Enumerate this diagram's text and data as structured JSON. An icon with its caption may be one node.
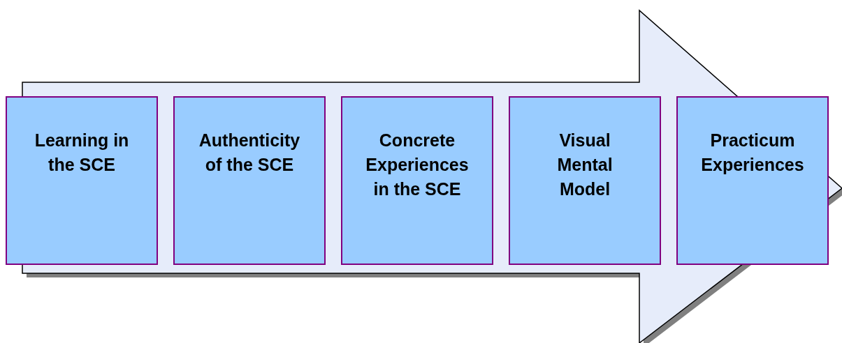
{
  "diagram": {
    "nodes": [
      {
        "text": [
          "Learning in the SCE"
        ]
      },
      {
        "text": [
          "Authenticity of the SCE"
        ]
      },
      {
        "text": [
          "Concrete Experiences in the SCE"
        ]
      },
      {
        "text": [
          "Visual Mental Model"
        ]
      },
      {
        "text": [
          "Practicum Experiences"
        ]
      }
    ],
    "edges": [
      {
        "from": 0,
        "to": 4,
        "arrow": "to"
      }
    ]
  }
}
